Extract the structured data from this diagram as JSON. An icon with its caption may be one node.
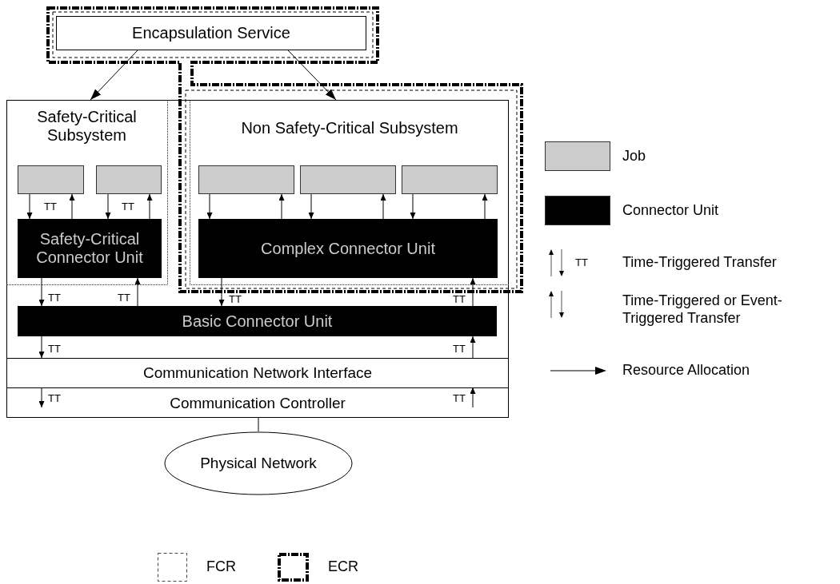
{
  "diagram": {
    "nodes": [
      {
        "text": [
          "Encapsulation Service"
        ]
      },
      {
        "text": [],
        "shape": "box"
      },
      {
        "text": [
          "Safety-Critical Subsystem"
        ],
        "in": 1
      },
      {
        "text": [
          "Non Safety-Critical Subsystem"
        ],
        "in": 1
      },
      {
        "text": [],
        "shape": "box",
        "in": 2
      },
      {
        "text": [],
        "shape": "box",
        "in": 2
      },
      {
        "text": [
          "Safety-Critical Connector Unit"
        ],
        "in": 2
      },
      {
        "text": [],
        "shape": "box",
        "in": 3
      },
      {
        "text": [],
        "shape": "box",
        "in": 3
      },
      {
        "text": [],
        "shape": "box",
        "in": 3
      },
      {
        "text": [
          "Complex Connector Unit"
        ],
        "in": 3
      },
      {
        "text": [
          "Basic Connector Unit"
        ],
        "in": 1
      },
      {
        "text": [
          "Communication Network Interface"
        ],
        "in": 1
      },
      {
        "text": [
          "Communication Controller"
        ],
        "in": 1
      },
      {
        "text": [
          "Physical Network"
        ]
      }
    ],
    "edges": [
      {
        "from": 0,
        "to": 2,
        "arrow": "to"
      },
      {
        "from": 0,
        "to": 3,
        "arrow": "to"
      },
      {
        "from": 4,
        "to": 6,
        "arrow": "to",
        "label": "TT"
      },
      {
        "from": 6,
        "to": 4,
        "arrow": "to"
      },
      {
        "from": 5,
        "to": 6,
        "arrow": "to",
        "label": "TT"
      },
      {
        "from": 6,
        "to": 5,
        "arrow": "to"
      },
      {
        "from": 7,
        "to": 10,
        "arrow": "to"
      },
      {
        "from": 10,
        "to": 7,
        "arrow": "to"
      },
      {
        "from": 8,
        "to": 10,
        "arrow": "to"
      },
      {
        "from": 10,
        "to": 8,
        "arrow": "to"
      },
      {
        "from": 9,
        "to": 10,
        "arrow": "to"
      },
      {
        "from": 10,
        "to": 9,
        "arrow": "to"
      },
      {
        "from": 6,
        "to": 11,
        "arrow": "to",
        "label": "TT"
      },
      {
        "from": 11,
        "to": 6,
        "arrow": "to",
        "label": "TT"
      },
      {
        "from": 10,
        "to": 11,
        "arrow": "to",
        "label": "TT"
      },
      {
        "from": 11,
        "to": 10,
        "arrow": "to",
        "label": "TT"
      },
      {
        "from": 11,
        "to": 12,
        "arrow": "to",
        "label": "TT"
      },
      {
        "from": 12,
        "to": 11,
        "arrow": "to",
        "label": "TT"
      },
      {
        "from": 12,
        "to": 13,
        "arrow": "to",
        "label": "TT"
      },
      {
        "from": 13,
        "to": 12,
        "arrow": "to",
        "label": "TT"
      },
      {
        "from": 13,
        "to": 14,
        "arrow": "none"
      }
    ],
    "labels": [
      "TT"
    ],
    "legend": [
      {
        "text": "Job",
        "color": "#cccccc"
      },
      {
        "text": "Connector Unit",
        "color": "#000000"
      },
      {
        "text": "Time-Triggered Transfer"
      },
      {
        "text": "Time-Triggered or Event-Triggered Transfer"
      },
      {
        "text": "Resource Allocation"
      },
      {
        "text": "FCR"
      },
      {
        "text": "ECR"
      }
    ]
  }
}
